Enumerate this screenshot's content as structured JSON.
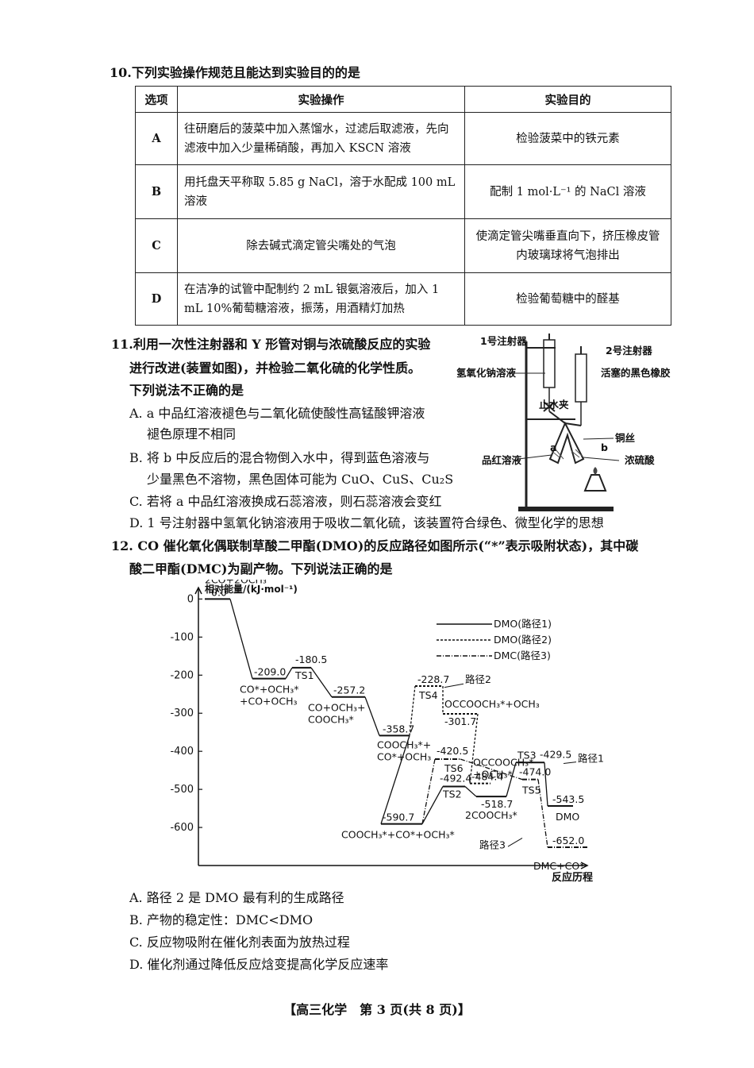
{
  "q10": {
    "stem": "10.下列实验操作规范且能达到实验目的的是",
    "headers": [
      "选项",
      "实验操作",
      "实验目的"
    ],
    "rows": [
      {
        "opt": "A",
        "op": "往研磨后的菠菜中加入蒸馏水，过滤后取滤液，先向滤液中加入少量稀硝酸，再加入 KSCN 溶液",
        "goal": "检验菠菜中的铁元素"
      },
      {
        "opt": "B",
        "op": "用托盘天平称取 5.85 g NaCl，溶于水配成 100 mL 溶液",
        "goal": "配制 1 mol·L⁻¹ 的 NaCl 溶液"
      },
      {
        "opt": "C",
        "op": "除去碱式滴定管尖嘴处的气泡",
        "goal": "使滴定管尖嘴垂直向下，挤压橡皮管内玻璃球将气泡排出"
      },
      {
        "opt": "D",
        "op": "在洁净的试管中配制约 2 mL 银氨溶液后，加入 1 mL 10%葡萄糖溶液，振荡，用酒精灯加热",
        "goal": "检验葡萄糖中的醛基"
      }
    ]
  },
  "q11": {
    "lines": [
      "11.利用一次性注射器和 Y 形管对铜与浓硫酸反应的实验",
      "进行改进(装置如图)，并检验二氧化硫的化学性质。",
      "下列说法不正确的是",
      "A. a 中品红溶液褪色与二氧化硫使酸性高锰酸钾溶液",
      "褪色原理不相同",
      "B. 将 b 中反应后的混合物倒入水中，得到蓝色溶液与",
      "少量黑色不溶物，黑色固体可能为 CuO、CuS、Cu₂S",
      "C. 若将 a 中品红溶液换成石蕊溶液，则石蕊溶液会变红",
      "D. 1 号注射器中氢氧化钠溶液用于吸收二氧化硫，该装置符合绿色、微型化学的思想"
    ],
    "figure_labels": {
      "syringe1": "1号注射器",
      "syringe2": "2号注射器",
      "naoh": "氢氧化钠溶液",
      "plug": "活塞的黑色橡胶",
      "clamp": "止水夹",
      "copper": "铜丝",
      "fuchsine": "品红溶液",
      "acid": "浓硫酸",
      "a": "a",
      "b": "b"
    }
  },
  "q12": {
    "lines": [
      "12. CO 催化氧化偶联制草酸二甲酯(DMO)的反应路径如图所示(“*”表示吸附状态)，其中碳",
      "酸二甲酯(DMC)为副产物。下列说法正确的是"
    ],
    "options": [
      "A. 路径 2 是 DMO 最有利的生成路径",
      "B. 产物的稳定性：DMC<DMO",
      "C. 反应物吸附在催化剂表面为放热过程",
      "D. 催化剂通过降低反应焓变提高化学反应速率"
    ]
  },
  "chart_data": {
    "type": "line",
    "ylabel": "相对能量/(kJ·mol⁻¹)",
    "xlabel": "反应历程",
    "yticks": [
      0,
      -100,
      -200,
      -300,
      -400,
      -500,
      -600
    ],
    "ylim": [
      -700,
      30
    ],
    "legend": [
      "DMO(路径1)",
      "DMO(路径2)",
      "DMC(路径3)"
    ],
    "level_values": [
      {
        "value": "0.0",
        "species": "2CO+2OCH₃"
      },
      {
        "value": "-209.0",
        "species": "CO*+OCH₃*\n+CO+OCH₃"
      },
      {
        "value": "-180.5",
        "species": "TS1"
      },
      {
        "value": "-257.2",
        "species": "CO+OCH₃+\nCOOCH₃*"
      },
      {
        "value": "-358.7",
        "species": "COOCH₃*+\nCO*+OCH₃"
      },
      {
        "value": "-228.7",
        "species": "TS4"
      },
      {
        "value": "-301.7",
        "species": "OCCOOCH₃*+OCH₃"
      },
      {
        "value": "-590.7",
        "species": "COOCH₃*+CO*+OCH₃*"
      },
      {
        "value": "-492.4",
        "species": "TS2"
      },
      {
        "value": "-420.5",
        "species": "TS6"
      },
      {
        "value": "-484.4",
        "species": "OCCOOCH₃*\n+OCH₃*"
      },
      {
        "value": "-518.7",
        "species": "2COOCH₃*"
      },
      {
        "value": "-429.5",
        "species": "TS3"
      },
      {
        "value": "-474.0",
        "species": "TS5"
      },
      {
        "value": "-543.5",
        "species": "DMO"
      },
      {
        "value": "-652.0",
        "species": "DMC+CO*"
      }
    ],
    "path_labels": {
      "p1": "路径1",
      "p2": "路径2",
      "p3": "路径3"
    }
  },
  "footer": "【高三化学　第 3 页(共 8 页)】"
}
